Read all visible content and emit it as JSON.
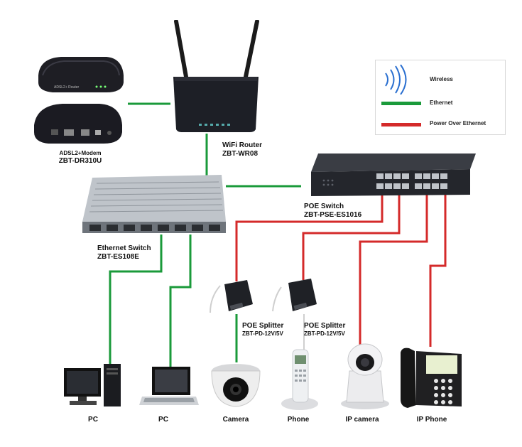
{
  "legend": {
    "wireless": "Wireless",
    "ethernet": "Ethernet",
    "poe": "Power Over Ethernet",
    "colors": {
      "ethernet": "#1a9a3a",
      "poe": "#d42a2a",
      "wireless": "#2a6fd0"
    }
  },
  "devices": {
    "modem": {
      "line1": "ADSL2+Modem",
      "line2": "ZBT-DR310U",
      "label_on_device": "ADSL2+ Router"
    },
    "router": {
      "line1": "WiFi Router",
      "line2": "ZBT-WR08"
    },
    "eth_switch": {
      "line1": "Ethernet Switch",
      "line2": "ZBT-ES108E"
    },
    "poe_switch": {
      "line1": "POE Switch",
      "line2": "ZBT-PSE-ES1016"
    },
    "splitter1": {
      "line1": "POE Splitter",
      "line2": "ZBT-PD-12V/5V"
    },
    "splitter2": {
      "line1": "POE Splitter",
      "line2": "ZBT-PD-12V/5V"
    },
    "pc1": "PC",
    "pc2": "PC",
    "camera": "Camera",
    "phone": "Phone",
    "ip_camera": "IP camera",
    "ip_phone": "IP Phone"
  }
}
